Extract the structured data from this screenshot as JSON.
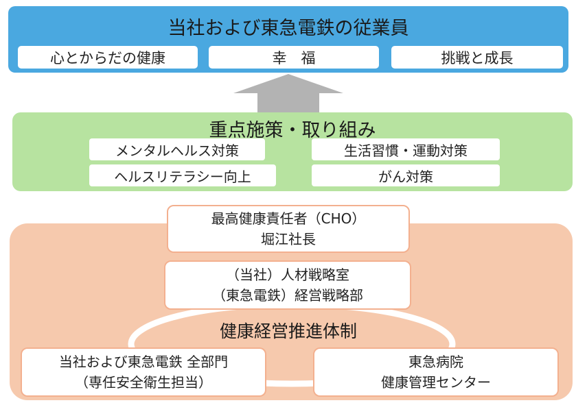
{
  "top": {
    "title": "当社および東急電鉄の従業員",
    "items": [
      "心とからだの健康",
      "幸　福",
      "挑戦と成長"
    ]
  },
  "middle": {
    "title": "重点施策・取り組み",
    "items": [
      "メンタルヘルス対策",
      "生活習慣・運動対策",
      "ヘルスリテラシー向上",
      "がん対策"
    ]
  },
  "bottom": {
    "system_label": "健康経営推進体制",
    "cho": [
      "最高健康責任者（CHO）",
      "堀江社長"
    ],
    "strategy": [
      "（当社）人材戦略室",
      "（東急電鉄）経営戦略部"
    ],
    "departments": [
      "当社および東急電鉄 全部門",
      "（専任安全衛生担当）"
    ],
    "hospital": [
      "東急病院",
      "健康管理センター"
    ]
  },
  "colors": {
    "top_panel": "#4aa8e0",
    "middle_panel": "#b7e3a0",
    "bottom_panel": "#f6c9ad",
    "arrow": "#b3b3b3"
  }
}
